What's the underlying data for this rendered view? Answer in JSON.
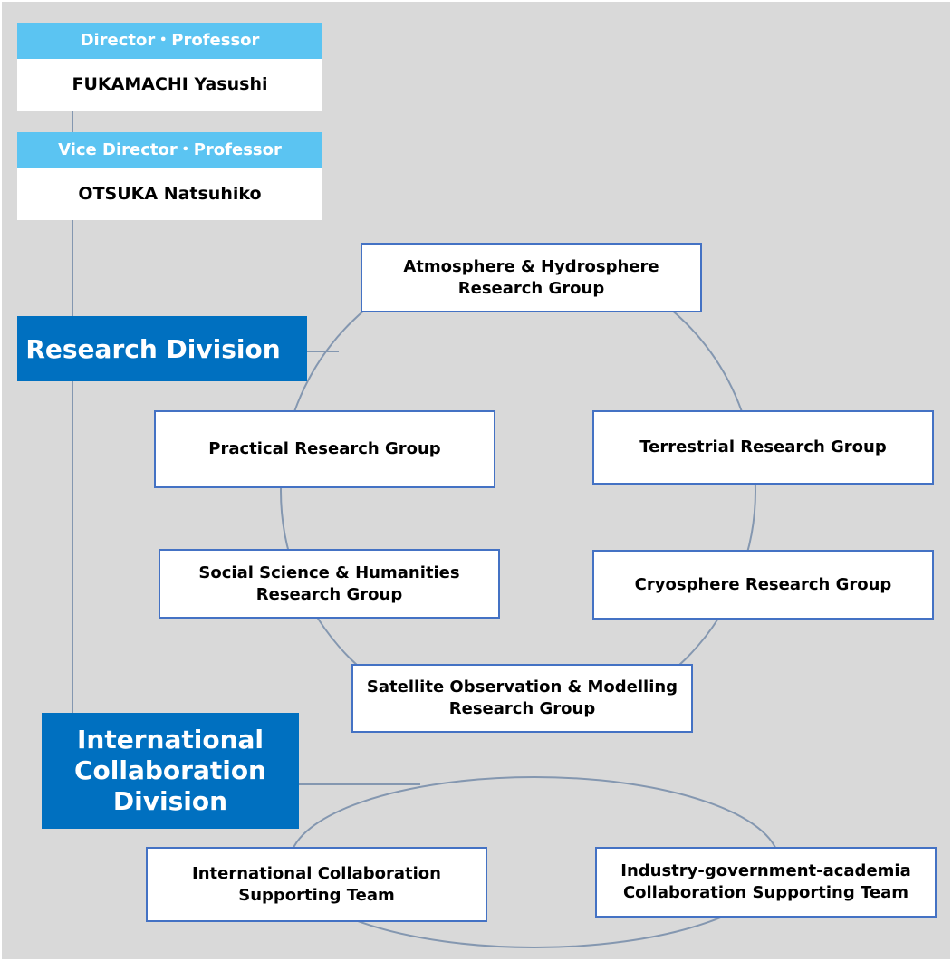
{
  "director": {
    "title": "Director・Professor",
    "name": "FUKAMACHI Yasushi"
  },
  "vice_director": {
    "title": "Vice Director・Professor",
    "name": "OTSUKA Natsuhiko"
  },
  "research_division": {
    "label": "Research Division",
    "groups": {
      "atmosphere": "Atmosphere & Hydrosphere\nResearch Group",
      "practical": "Practical Research Group",
      "terrestrial": "Terrestrial Research Group",
      "social": "Social Science & Humanities\nResearch Group",
      "cryosphere": "Cryosphere Research Group",
      "satellite": "Satellite Observation & Modelling\nResearch Group"
    }
  },
  "international_division": {
    "label": "International\nCollaboration\nDivision",
    "teams": {
      "international": "International Collaboration\nSupporting Team",
      "industry": "Industry-government-academia\nCollaboration Supporting Team"
    }
  },
  "colors": {
    "role_header": "#5bc4f2",
    "division": "#0070c0",
    "box_border": "#4472c4",
    "connector": "#8497b0",
    "background": "#d9d9d9"
  }
}
